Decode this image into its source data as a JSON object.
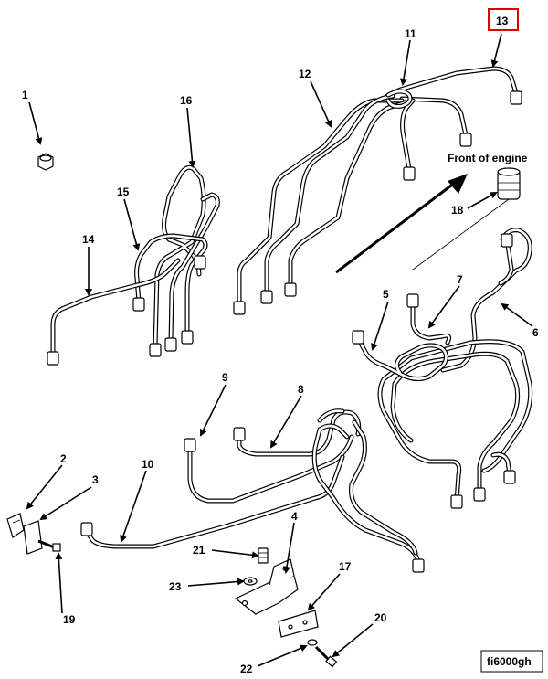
{
  "callouts": {
    "c1": "1",
    "c2": "2",
    "c3": "3",
    "c4": "4",
    "c5": "5",
    "c6": "6",
    "c7": "7",
    "c8": "8",
    "c9": "9",
    "c10": "10",
    "c11": "11",
    "c12": "12",
    "c13": "13",
    "c14": "14",
    "c15": "15",
    "c16": "16",
    "c17": "17",
    "c18": "18",
    "c19": "19",
    "c20": "20",
    "c21": "21",
    "c22": "22",
    "c23": "23"
  },
  "highlight_color": "#e00000",
  "direction_label": "Front of engine",
  "figure_id": "fi6000gh"
}
